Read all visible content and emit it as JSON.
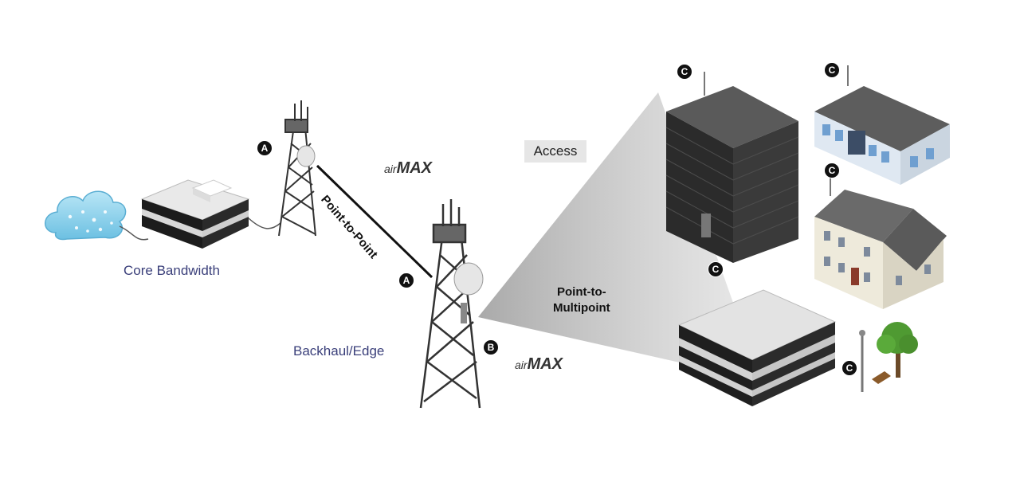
{
  "labels": {
    "core_bandwidth": "Core Bandwidth",
    "backhaul_edge": "Backhaul/Edge",
    "access": "Access",
    "point_to_point": "Point-to-Point",
    "point_to_multipoint_line1": "Point-to-",
    "point_to_multipoint_line2": "Multipoint"
  },
  "brand": {
    "prefix": "air",
    "name": "MAX"
  },
  "badges": {
    "a": "A",
    "b": "B",
    "c": "C"
  },
  "colors": {
    "label_blue": "#3a3f7a",
    "cloud_blue": "#8fd0ea",
    "building_dark": "#2e2e2e",
    "roof_gray": "#5e5e5e"
  }
}
